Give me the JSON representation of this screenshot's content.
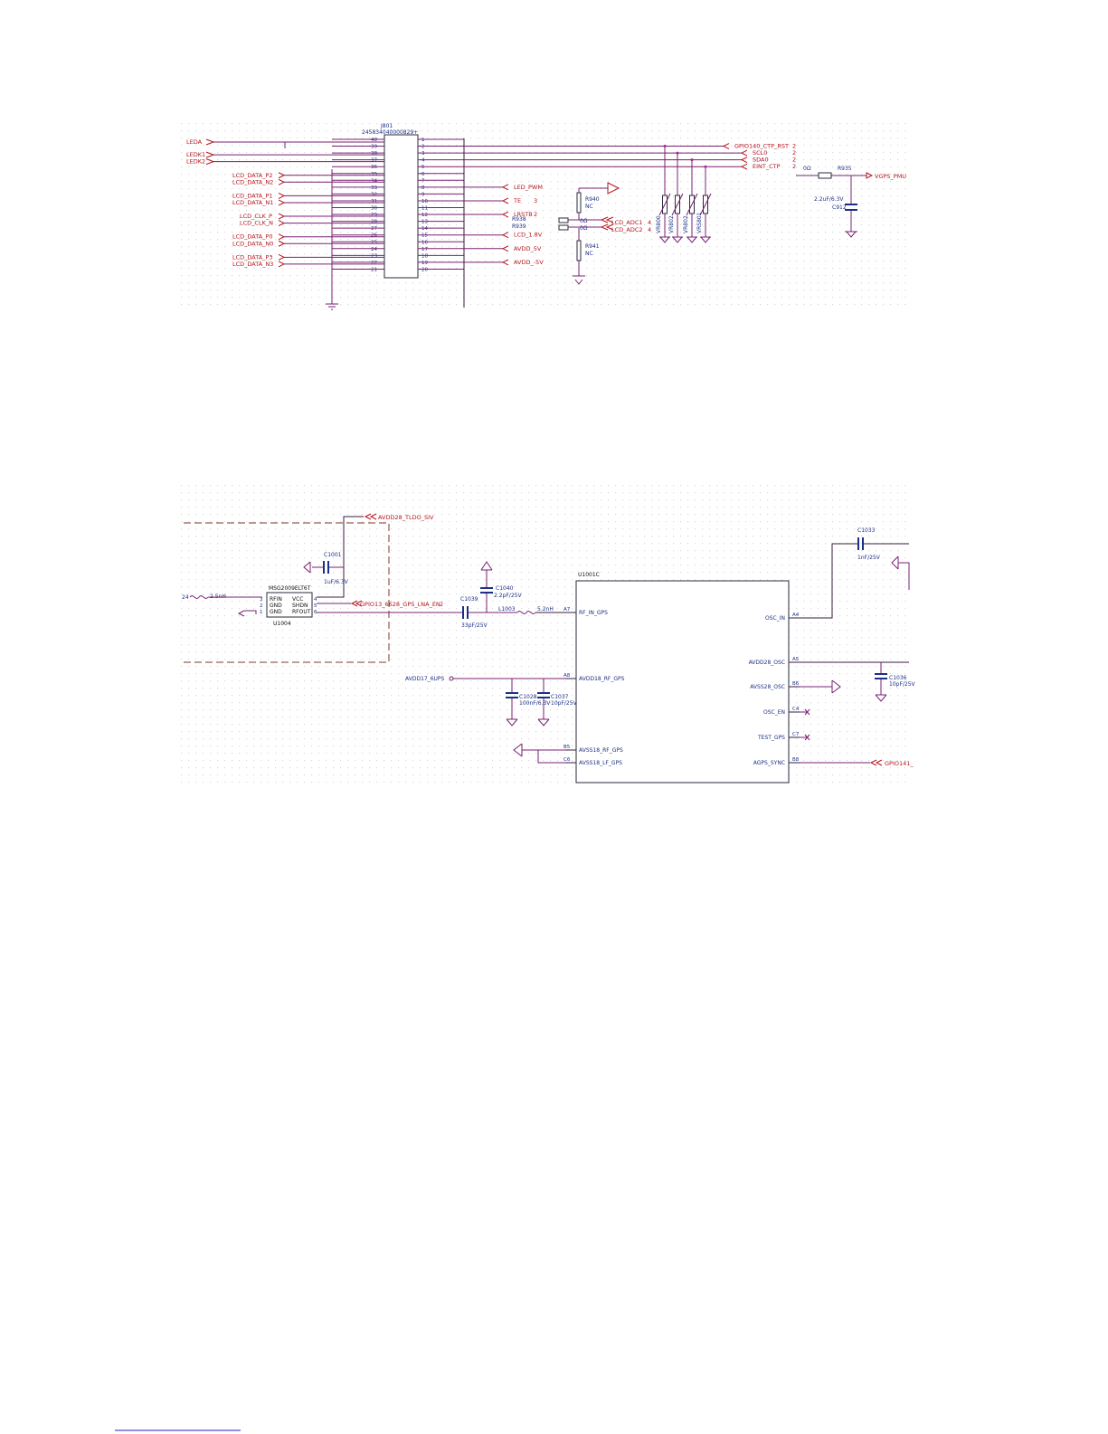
{
  "panel1": {
    "connector_ref": "J801",
    "connector_part": "245834040000829+",
    "left_nets": [
      "LEDA",
      "LEDK1",
      "LEDK2",
      "LCD_DATA_P2",
      "LCD_DATA_N2",
      "LCD_DATA_P1",
      "LCD_DATA_N1",
      "LCD_CLK_P",
      "LCD_CLK_N",
      "LCD_DATA_P0",
      "LCD_DATA_N0",
      "LCD_DATA_P3",
      "LCD_DATA_N3"
    ],
    "left_pins": [
      "40",
      "39",
      "38",
      "37",
      "36",
      "35",
      "34",
      "33",
      "32",
      "31",
      "30",
      "29",
      "28",
      "27",
      "26",
      "25",
      "24",
      "23",
      "22",
      "21"
    ],
    "right_pins": [
      "1",
      "2",
      "3",
      "4",
      "5",
      "6",
      "7",
      "8",
      "9",
      "10",
      "11",
      "12",
      "13",
      "14",
      "15",
      "16",
      "17",
      "18",
      "19",
      "20"
    ],
    "right_nets": [
      {
        "name": "GPIO140_CTP_RST",
        "sheet": "2"
      },
      {
        "name": "SCL0",
        "sheet": "2"
      },
      {
        "name": "SDA0",
        "sheet": "2"
      },
      {
        "name": "EINT_CTP",
        "sheet": "2"
      },
      {
        "name": "LED_PWM",
        "sheet": ""
      },
      {
        "name": "TE",
        "sheet": "3"
      },
      {
        "name": "LRSTB",
        "sheet": "2"
      },
      {
        "name": "LCD_1.8V",
        "sheet": ""
      },
      {
        "name": "AVDD_5V",
        "sheet": ""
      },
      {
        "name": "AVDD_-5V",
        "sheet": ""
      }
    ],
    "r940": {
      "ref": "R940",
      "value": "NC"
    },
    "r941": {
      "ref": "R941",
      "value": "NC"
    },
    "r938": {
      "ref": "R938",
      "value": "0Ω"
    },
    "r939": {
      "ref": "R939",
      "value": "0Ω"
    },
    "adc_nets": [
      {
        "name": "LCD_ADC1",
        "sheet": "4"
      },
      {
        "name": "LCD_ADC2",
        "sheet": "4"
      }
    ],
    "varistors": [
      "VR800",
      "VR802",
      "VR802",
      "VRS801"
    ],
    "r935": {
      "ref": "R935",
      "value": "0Ω"
    },
    "vgps_net": "VGPS_PMU",
    "c912": {
      "ref": "C912",
      "value": "2.2uF/6.3V"
    }
  },
  "panel2": {
    "u1004": {
      "ref": "U1004",
      "part": "MSG2009ELT6T",
      "left_pins": [
        {
          "num": "3",
          "name": "RFIN"
        },
        {
          "num": "2",
          "name": "GND"
        },
        {
          "num": "1",
          "name": "GND"
        }
      ],
      "right_pins": [
        {
          "num": "4",
          "name": "VCC"
        },
        {
          "num": "5",
          "name": "SHDN"
        },
        {
          "num": "6",
          "name": "RFOUT"
        }
      ]
    },
    "avdd_net": "AVDD28_TLDO_SIV",
    "c1001": {
      "ref": "C1001",
      "value": "1uF/6.3V"
    },
    "lna_en_net": "GPIO13_6628_GPS_LNA_EN",
    "lna_en_sheet": "2",
    "input_label": "24",
    "input_inductor": "2.5nH",
    "c1040": {
      "ref": "C1040",
      "value": "2.2pF/25V"
    },
    "c1039": {
      "ref": "C1039",
      "value": "33pF/25V"
    },
    "l1003": {
      "ref": "L1003",
      "value": "5.2nH"
    },
    "u1001_ref": "U1001C",
    "left_pins": [
      {
        "num": "A7",
        "name": "RF_IN_GPS"
      },
      {
        "num": "A8",
        "name": "AVDD18_RF_GPS"
      },
      {
        "num": "B5",
        "name": "AVSS18_RF_GPS"
      },
      {
        "num": "C6",
        "name": "AVSS18_LF_GPS"
      }
    ],
    "right_pins": [
      {
        "num": "A4",
        "name": "OSC_IN"
      },
      {
        "num": "A5",
        "name": "AVDD28_OSC"
      },
      {
        "num": "B6",
        "name": "AVSS28_OSC"
      },
      {
        "num": "C4",
        "name": "OSC_EN"
      },
      {
        "num": "C7",
        "name": "TEST_GPS"
      },
      {
        "num": "B8",
        "name": "AGPS_SYNC"
      }
    ],
    "avdd17_net": "AVDD17_6UPS",
    "c1028": {
      "ref": "C1028",
      "value": "100nF/6.3V"
    },
    "c1037": {
      "ref": "C1037",
      "value": "10pF/25V"
    },
    "c1033": {
      "ref": "C1033",
      "value": "1nF/25V"
    },
    "c1036": {
      "ref": "C1036",
      "value": "10pF/25V"
    },
    "gpio141_net": "GPIO141_"
  }
}
